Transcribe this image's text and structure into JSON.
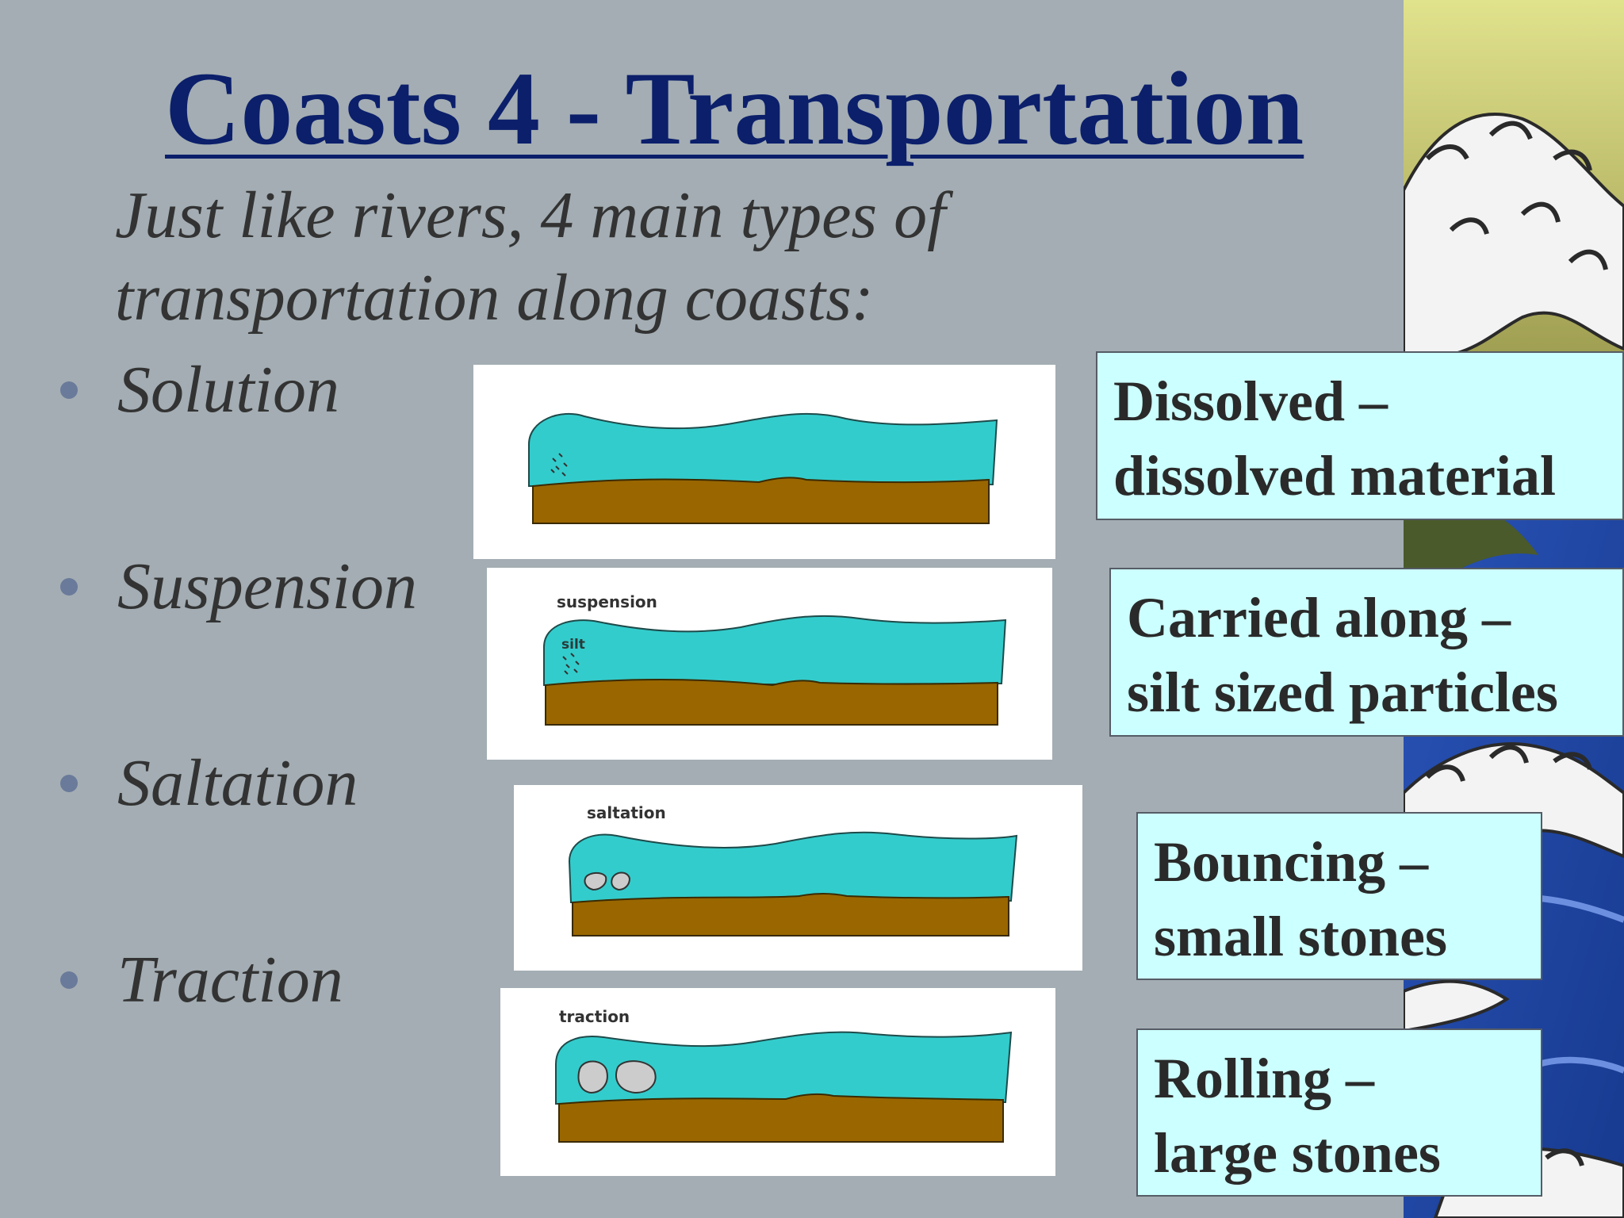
{
  "slide": {
    "title": "Coasts 4 - Transportation",
    "intro_line1": "Just like rivers, 4 main types of",
    "intro_line2": "transportation along coasts:",
    "bullets": [
      {
        "label": "Solution"
      },
      {
        "label": "Suspension"
      },
      {
        "label": "Saltation"
      },
      {
        "label": "Traction"
      }
    ],
    "diagrams": [
      {
        "caption": ""
      },
      {
        "caption": "suspension",
        "inner_label": "silt"
      },
      {
        "caption": "saltation"
      },
      {
        "caption": "traction"
      }
    ],
    "descriptions": [
      {
        "line1": "Dissolved –",
        "line2": "dissolved material"
      },
      {
        "line1": "Carried along –",
        "line2": "silt sized particles"
      },
      {
        "line1": "Bouncing –",
        "line2": "small stones"
      },
      {
        "line1": "Rolling –",
        "line2": "large stones"
      }
    ]
  },
  "colors": {
    "background": "#a3adb3",
    "title": "#0b1f6b",
    "water": "#33cccc",
    "sediment": "#996600",
    "stone": "#cccccc",
    "description_box": "#ccffff",
    "wave_panel_top": "#dede8a",
    "wave_panel_bottom": "#1f3f9f"
  }
}
